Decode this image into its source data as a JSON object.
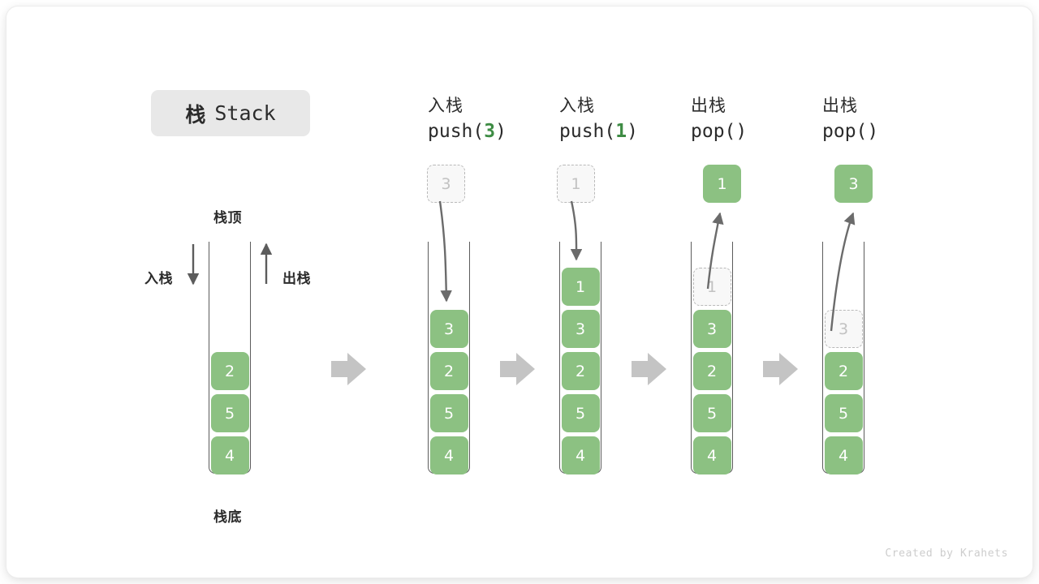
{
  "title": {
    "cn": "栈",
    "en": "Stack"
  },
  "labels": {
    "top": "栈顶",
    "bottom": "栈底",
    "push": "入栈",
    "pop": "出栈"
  },
  "colors": {
    "item_green": "#8cc182",
    "accent_green": "#3e8c44",
    "ghost_fill": "#f8f8f8",
    "ghost_border": "#b9b9b9",
    "arrow_gray": "#6b6b6b",
    "block_arrow_gray": "#c4c4c4",
    "badge_bg": "#e8e8e8",
    "text": "#2b2b2b"
  },
  "credit": "Created by Krahets",
  "steps": [
    {
      "id": "initial",
      "op_line1": "",
      "op_line2": "",
      "op_fn": "",
      "op_arg": "",
      "items": [
        "2",
        "5",
        "4"
      ],
      "ghost_in_stack": null,
      "incoming": null,
      "outgoing": null
    },
    {
      "id": "push-3",
      "op_line1": "入栈",
      "op_line2": "push(3)",
      "op_fn": "push",
      "op_arg": "3",
      "items": [
        "3",
        "2",
        "5",
        "4"
      ],
      "ghost_in_stack": null,
      "incoming": "3",
      "outgoing": null
    },
    {
      "id": "push-1",
      "op_line1": "入栈",
      "op_line2": "push(1)",
      "op_fn": "push",
      "op_arg": "1",
      "items": [
        "1",
        "3",
        "2",
        "5",
        "4"
      ],
      "ghost_in_stack": null,
      "incoming": "1",
      "outgoing": null
    },
    {
      "id": "pop-1",
      "op_line1": "出栈",
      "op_line2": "pop()",
      "op_fn": "pop",
      "op_arg": "",
      "items": [
        "3",
        "2",
        "5",
        "4"
      ],
      "ghost_in_stack": "1",
      "incoming": null,
      "outgoing": "1"
    },
    {
      "id": "pop-3",
      "op_line1": "出栈",
      "op_line2": "pop()",
      "op_fn": "pop",
      "op_arg": "",
      "items": [
        "2",
        "5",
        "4"
      ],
      "ghost_in_stack": "3",
      "incoming": null,
      "outgoing": "3"
    }
  ]
}
